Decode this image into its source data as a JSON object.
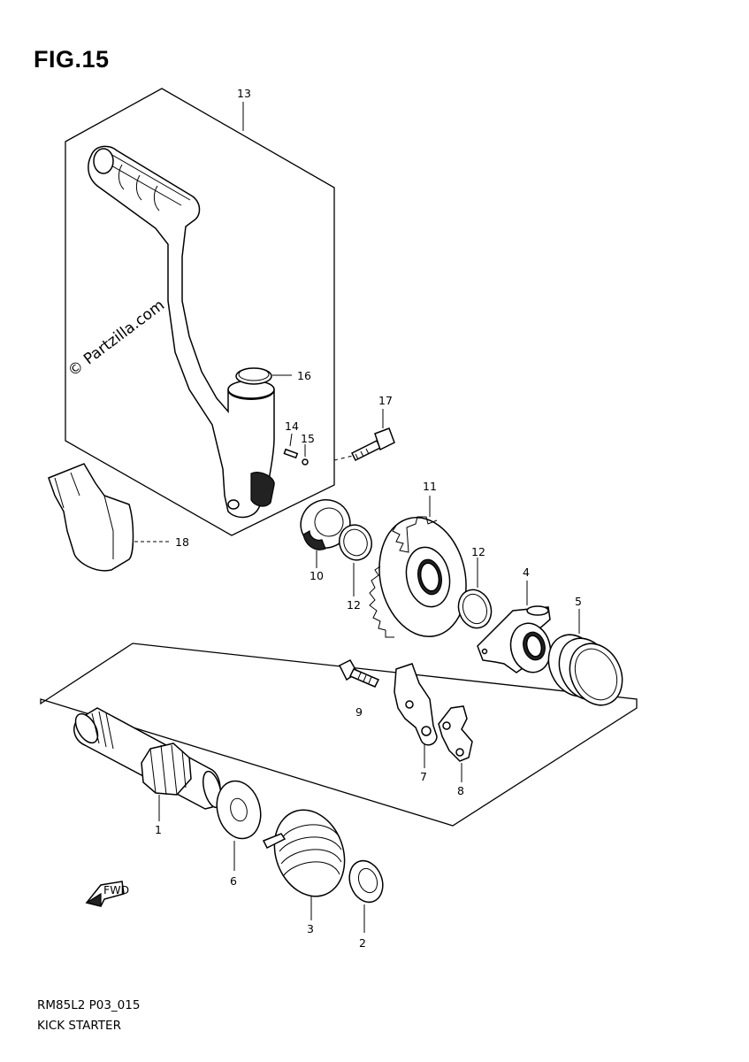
{
  "figure": {
    "title": "FIG.15",
    "watermark": "© Partzilla.com",
    "footer_code": "RM85L2 P03_015",
    "footer_name": "KICK STARTER"
  },
  "callouts": [
    "1",
    "2",
    "3",
    "4",
    "5",
    "6",
    "7",
    "8",
    "9",
    "10",
    "11",
    "12",
    "12",
    "13",
    "14",
    "15",
    "16",
    "17",
    "18"
  ],
  "fwd_label": "FWD"
}
